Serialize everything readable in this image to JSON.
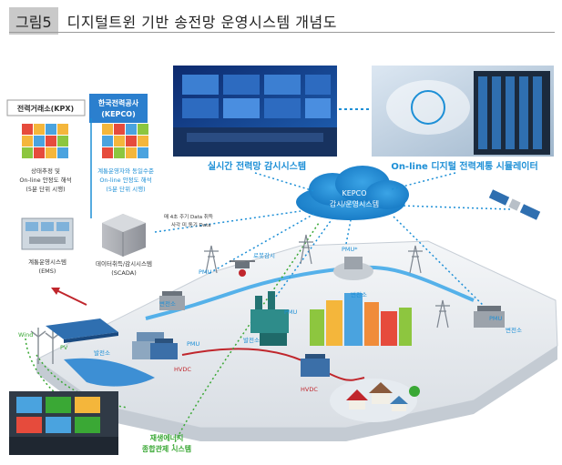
{
  "title": {
    "figure_label": "그림5",
    "text": "디지털트윈 기반 송전망 운영시스템 개념도"
  },
  "colors": {
    "accent_blue": "#1d8fd6",
    "box_blue": "#2b7fce",
    "green": "#3aa835",
    "red": "#c0262c",
    "ground": "#eef1f4"
  },
  "kpx": {
    "box": "전력거래소(KPX)",
    "desc1": "상태추정 및",
    "desc2": "On-line 안정도 해석",
    "desc3": "(5분 단위 시행)",
    "ems1": "계통운영시스템",
    "ems2": "(EMS)"
  },
  "kepco": {
    "box1": "한국전력공사",
    "box2": "(KEPCO)",
    "desc1": "계통운영자와 동일수준",
    "desc2": "On-line 안정도 해석",
    "desc3": "(5분 단위 시행)",
    "scada1": "데이터취득/감시시스템",
    "scada2": "(SCADA)"
  },
  "top": {
    "monitor": "실시간 전력망 감시시스템",
    "simulator": "On-line 디지털 전력계통 시뮬레이터"
  },
  "cloud": {
    "line1": "KEPCO",
    "line2": "감시/운영시스템"
  },
  "data_note": {
    "line1": "매 4초 주기 Data 취득",
    "line2": "사각 미 동기 Data"
  },
  "labels": {
    "pmu": "PMU",
    "pmu_star": "PMU*",
    "robot": "로봇감시",
    "substation": "변전소",
    "plant": "발전소",
    "wind": "Wind",
    "pv": "PV",
    "hvdc": "HVDC"
  },
  "renewable": {
    "line1": "재생에너지",
    "line2": "종합관제 시스템"
  }
}
